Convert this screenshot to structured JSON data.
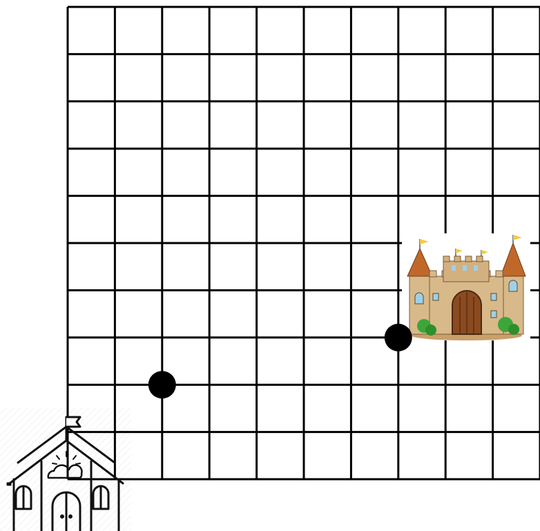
{
  "grid": {
    "columns": 10,
    "rows": 10,
    "line_color": "#000000"
  },
  "points": [
    {
      "name": "point-a",
      "col": 2,
      "row": 8
    },
    {
      "name": "point-b",
      "col": 7,
      "row": 7
    }
  ],
  "icons": {
    "school": "school-house-icon",
    "castle": "castle-icon"
  },
  "colors": {
    "point": "#000000",
    "castle_stone": "#d8b98a",
    "castle_roof": "#c0682a",
    "castle_door": "#8b4a1f",
    "flag": "#f2c94c",
    "bush": "#3ea53a"
  }
}
